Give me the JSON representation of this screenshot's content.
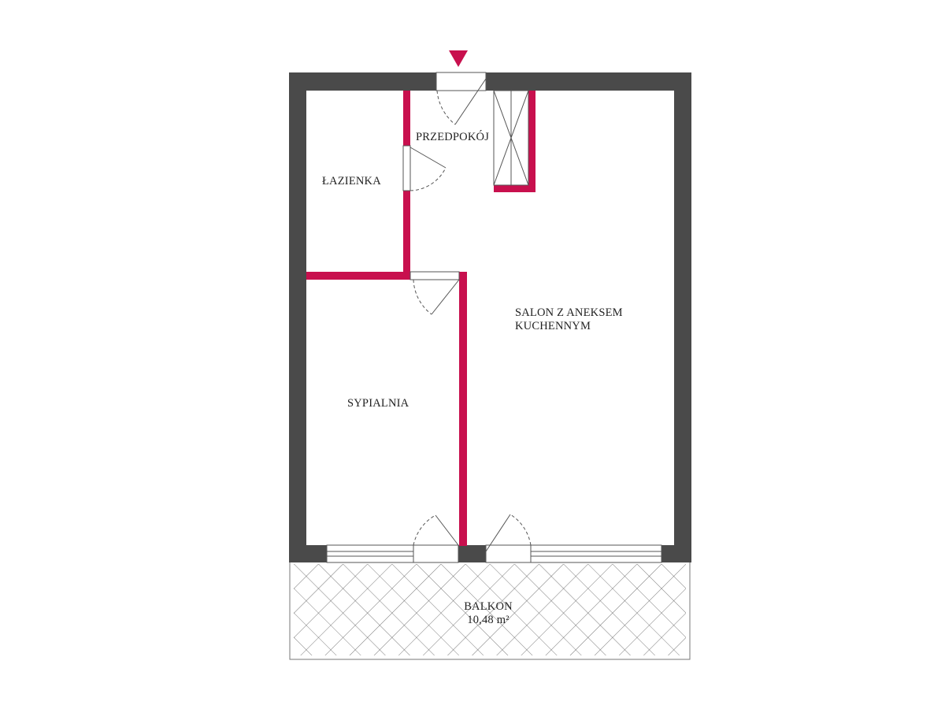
{
  "floor_plan": {
    "colors": {
      "outer_wall": "#4a4a4a",
      "inner_wall": "#c8104e",
      "entrance_marker": "#c8104e",
      "balcony_hatch": "#555555",
      "background": "#ffffff"
    },
    "entrance": {
      "icon": "triangle-down-icon"
    },
    "rooms": {
      "lazienka": {
        "label": "ŁAZIENKA"
      },
      "przedpokoj": {
        "label": "PRZEDPOKÓJ"
      },
      "salon_line1": {
        "label": "SALON Z ANEKSEM"
      },
      "salon_line2": {
        "label": "KUCHENNYM"
      },
      "sypialnia": {
        "label": "SYPIALNIA"
      },
      "balkon": {
        "label": "BALKON",
        "area": "10,48 m²"
      }
    }
  }
}
